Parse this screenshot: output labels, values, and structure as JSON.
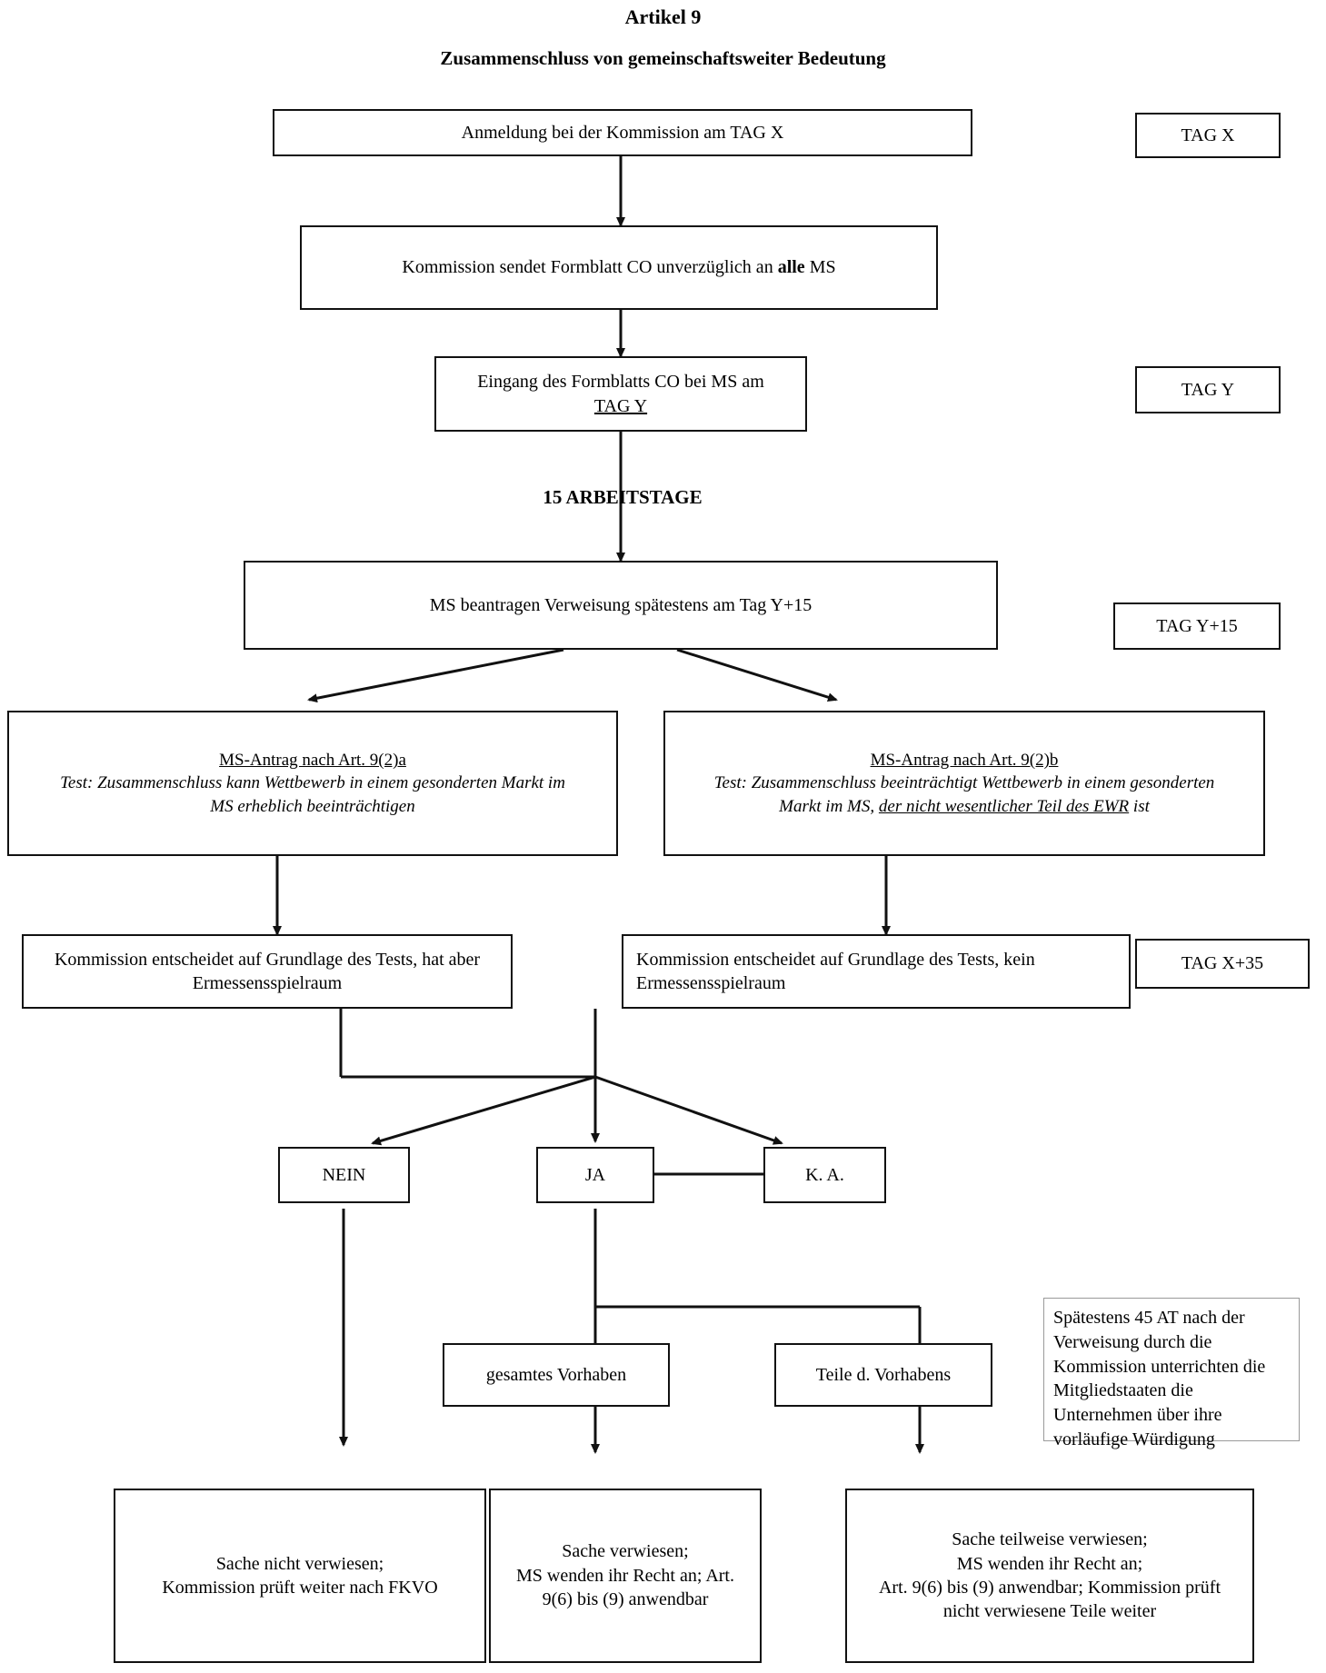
{
  "header": {
    "article": "Artikel 9",
    "subtitle": "Zusammenschluss von gemeinschaftsweiter Bedeutung"
  },
  "interval_label": "15 ARBEITSTAGE",
  "day_markers": [
    {
      "id": "tag-x",
      "label": "TAG X"
    },
    {
      "id": "tag-y",
      "label": "TAG Y"
    },
    {
      "id": "tag-y15",
      "label": "TAG Y+15"
    },
    {
      "id": "tag-x35",
      "label": "TAG X+35"
    }
  ],
  "nodes": {
    "notification": "Anmeldung bei der Kommission am TAG X",
    "send_form_pre": "Kommission sendet Formblatt CO unverzüglich an ",
    "send_form_bold": "alle",
    "send_form_post": " MS",
    "receipt_line1": "Eingang des Formblatts CO bei MS am",
    "receipt_line2": "TAG Y",
    "ms_request": "MS beantragen Verweisung spätestens am Tag Y+15",
    "art92a_heading": "MS-Antrag nach Art. 9(2)a",
    "art92a_line1": "Test: Zusammenschluss kann Wettbewerb in einem gesonderten Markt im",
    "art92a_line2": "MS erheblich beeinträchtigen",
    "art92b_heading": "MS-Antrag nach Art. 9(2)b",
    "art92b_line1": "Test: Zusammenschluss beeinträchtigt Wettbewerb in einem gesonderten",
    "art92b_line2_a": "Markt im MS, ",
    "art92b_line2_u": "der nicht wesentlicher Teil des EWR",
    "art92b_line2_b": " ist",
    "decision_discretion_l1": "Kommission entscheidet auf Grundlage des Tests, hat aber",
    "decision_discretion_l2": "Ermessensspielraum",
    "decision_nodiscretion_l1": "Kommission entscheidet auf Grundlage des Tests, kein",
    "decision_nodiscretion_l2": "Ermessensspielraum",
    "nein": "NEIN",
    "ja": "JA",
    "ka": "K. A.",
    "whole_case": "gesamtes Vorhaben",
    "partial_case": "Teile d. Vorhabens",
    "outcome_not_referred_l1": "Sache nicht verwiesen;",
    "outcome_not_referred_l2": "Kommission prüft weiter nach FKVO",
    "outcome_referred_l1": "Sache verwiesen;",
    "outcome_referred_l2": "MS wenden ihr Recht an; Art.",
    "outcome_referred_l3": "9(6) bis (9) anwendbar",
    "outcome_partial_l1": "Sache teilweise verwiesen;",
    "outcome_partial_l2": "MS wenden ihr Recht an;",
    "outcome_partial_l3": "Art. 9(6) bis (9) anwendbar; Kommission prüft",
    "outcome_partial_l4": "nicht verwiesene Teile weiter"
  },
  "note": {
    "l1": "Spätestens 45 AT nach der",
    "l2": "Verweisung durch die",
    "l3": "Kommission unterrichten die",
    "l4": "Mitgliedstaaten die",
    "l5": "Unternehmen über ihre",
    "l6": "vorläufige Würdigung"
  },
  "colors": {
    "ink": "#111111",
    "paper": "#ffffff",
    "note_border": "#9a9a9a"
  }
}
